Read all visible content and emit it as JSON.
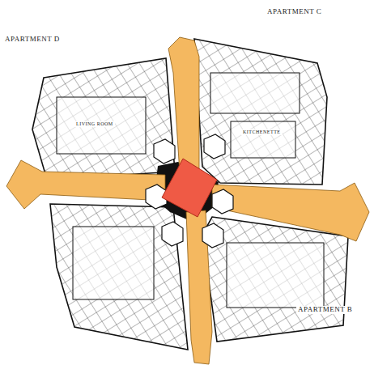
{
  "diagram": {
    "labels": [
      "APARTMENT C",
      "APARTMENT D",
      "APARTMENT B",
      "LIVING ROOM",
      "KITCHENETTE"
    ]
  }
}
